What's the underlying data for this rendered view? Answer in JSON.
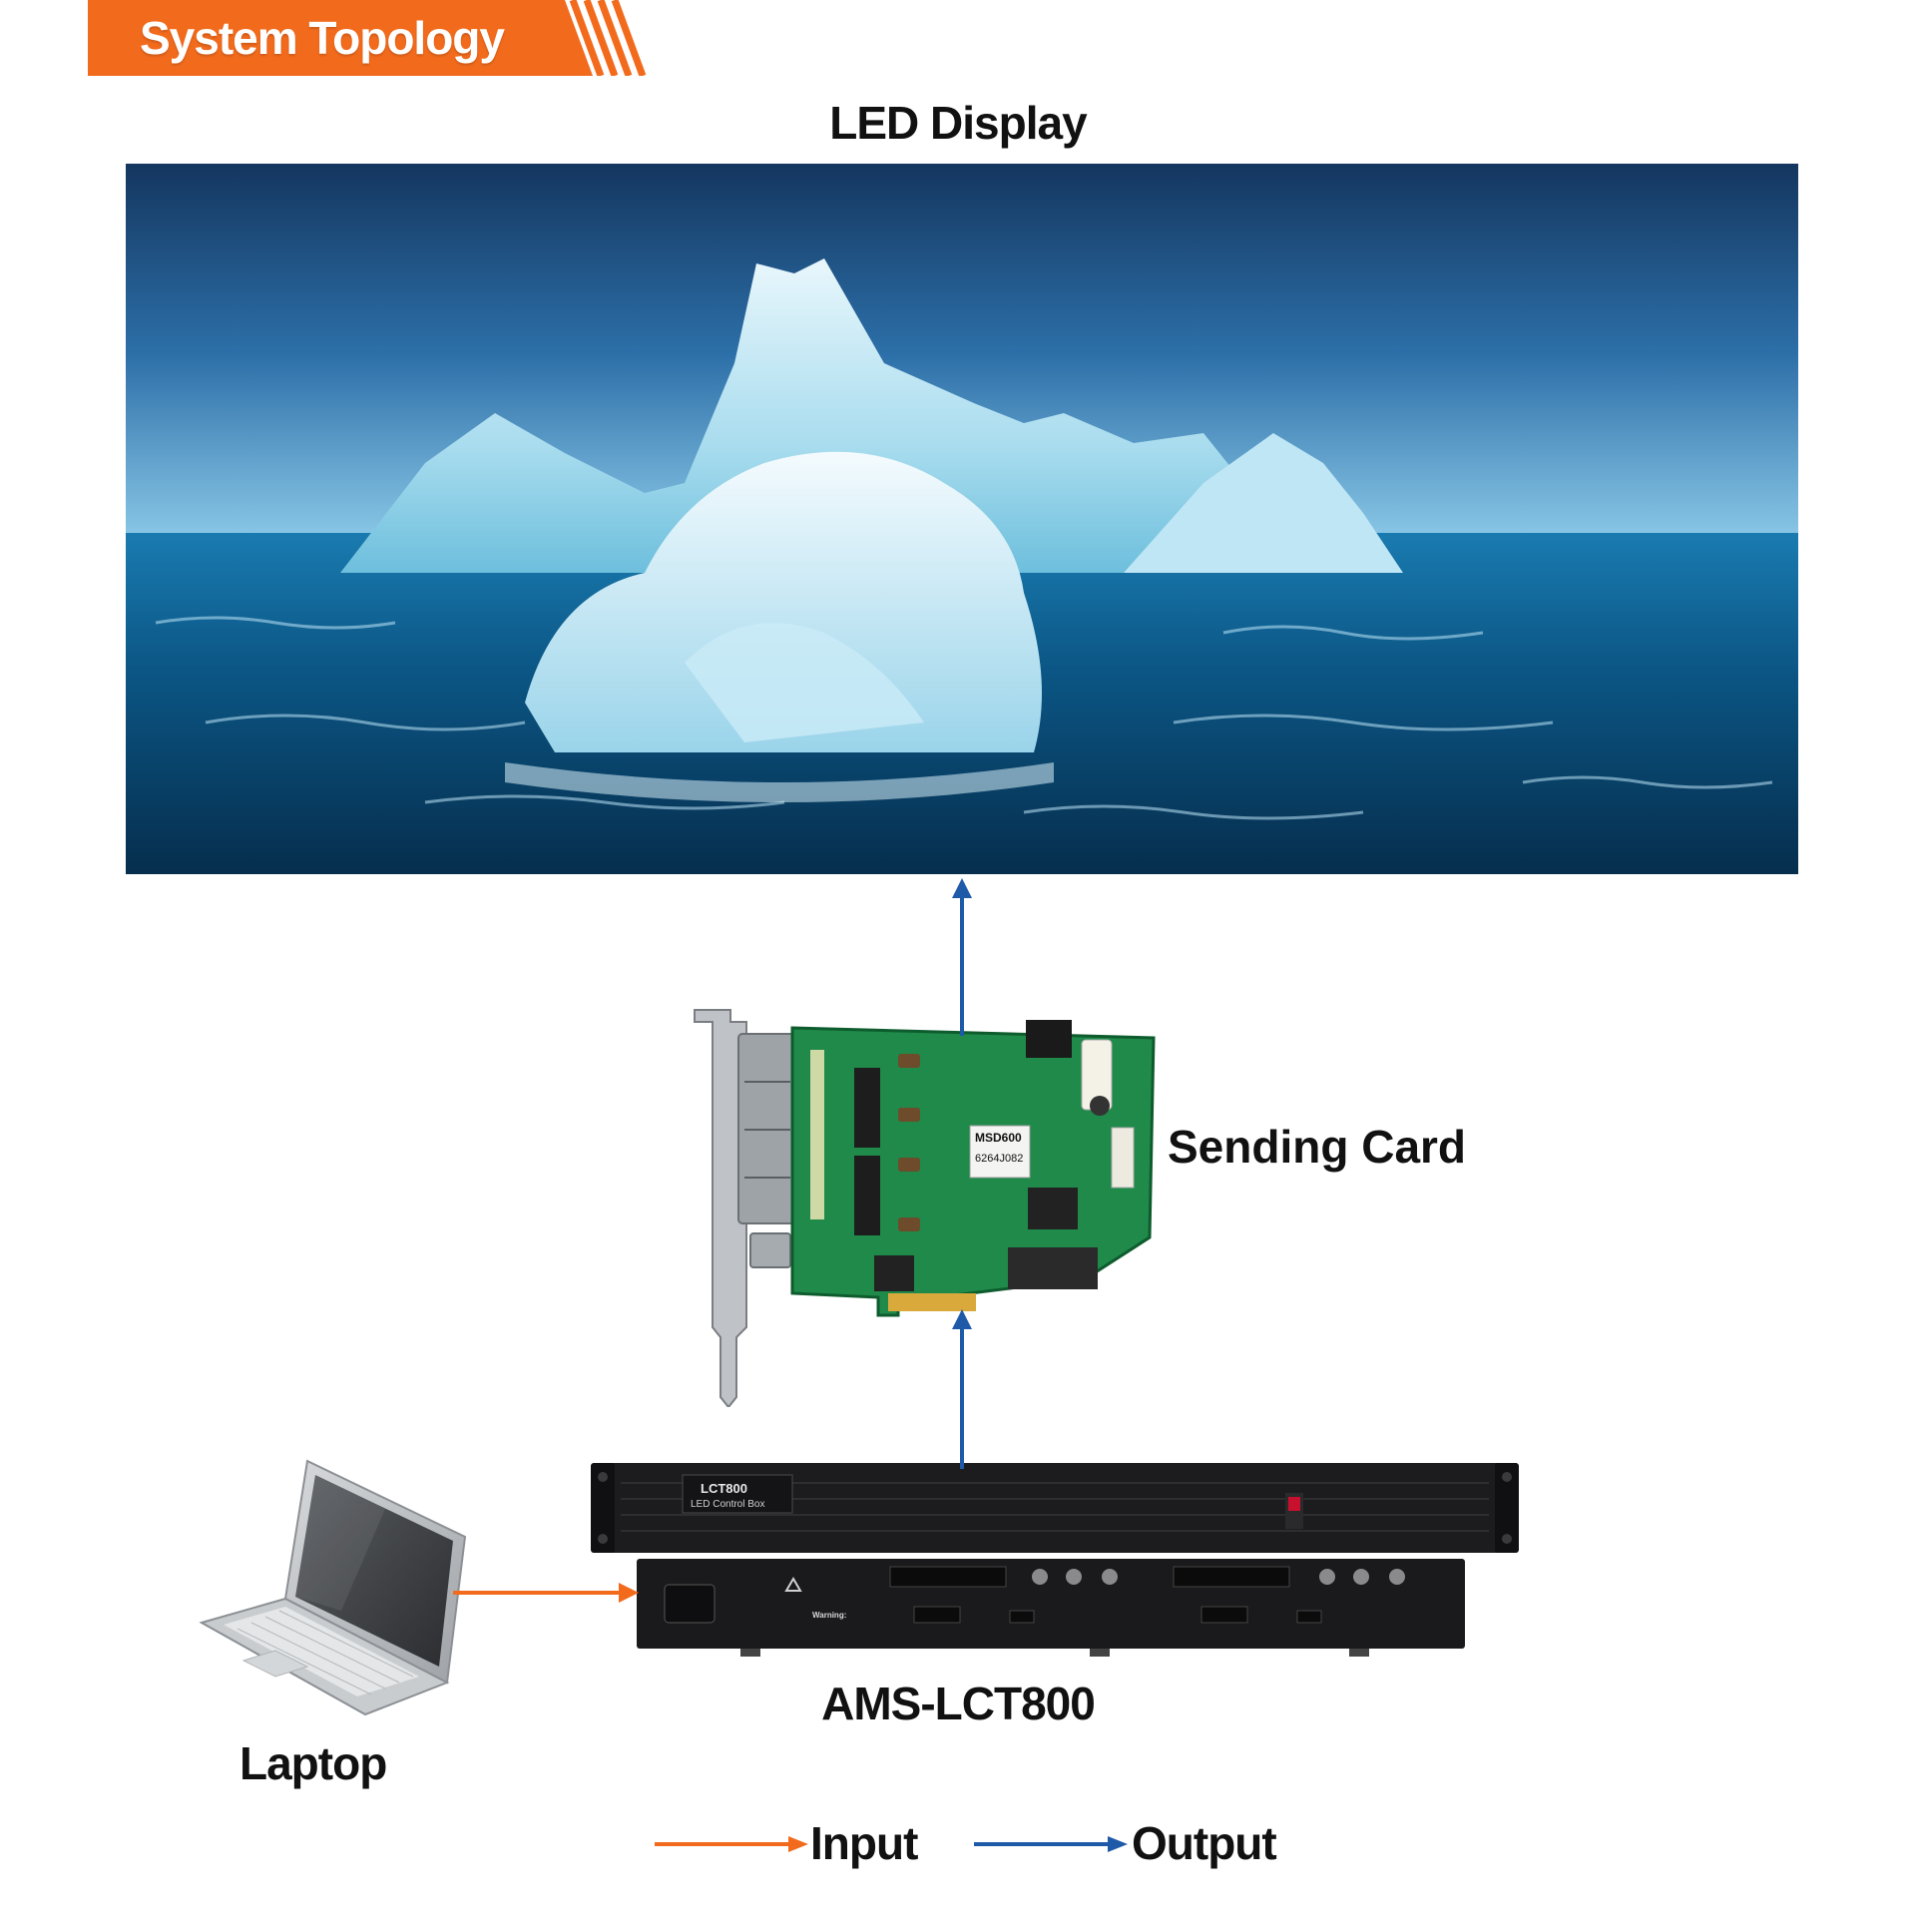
{
  "header": {
    "title": "System Topology"
  },
  "labels": {
    "led_display": "LED Display",
    "sending_card": "Sending Card",
    "controller": "AMS-LCT800",
    "laptop": "Laptop"
  },
  "card": {
    "model": "MSD600",
    "serial": "6264J082"
  },
  "controller_device": {
    "model": "LCT800",
    "subtitle": "LED Control Box",
    "warning": "Warning:"
  },
  "legend": {
    "input": "Input",
    "output": "Output"
  },
  "colors": {
    "orange": "#F26B1D",
    "blue": "#1E5AA8",
    "ocean": "#0B4F7C",
    "sky": "#163B66"
  },
  "icons": {
    "arrow": "arrow-icon"
  }
}
